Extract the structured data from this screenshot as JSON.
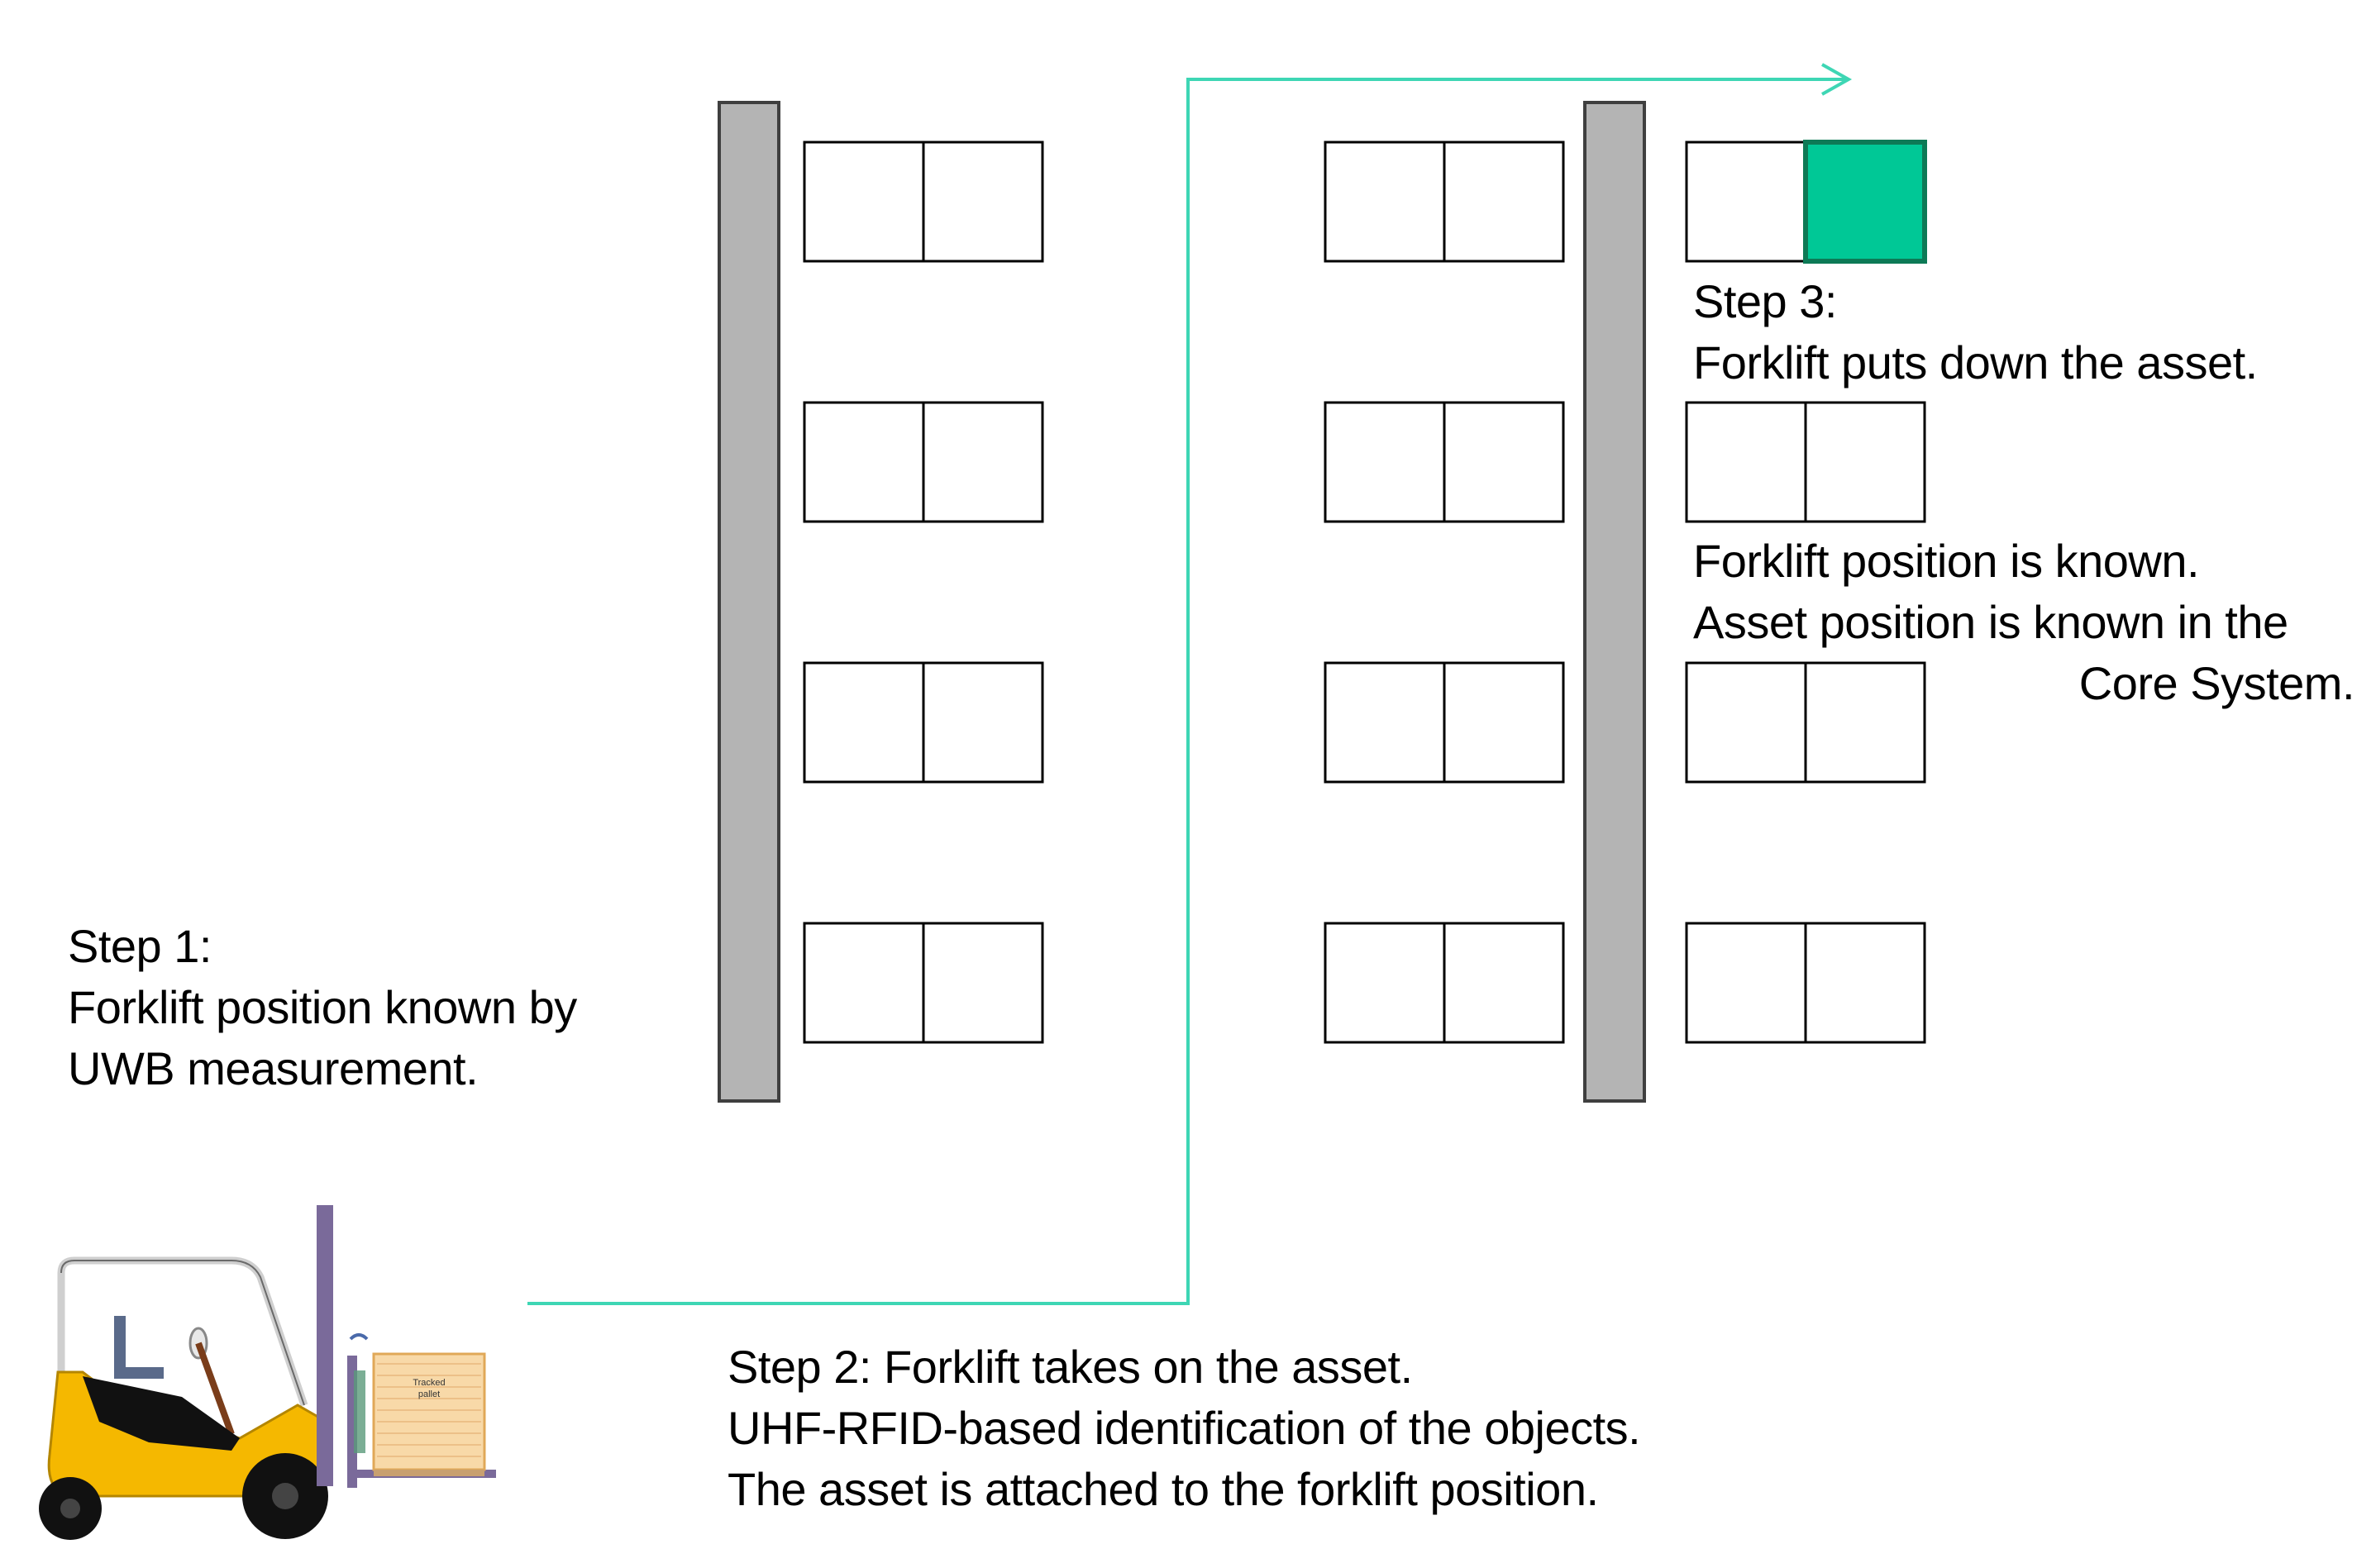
{
  "colors": {
    "rack": "#b4b4b4",
    "rack_border": "#3f3f3f",
    "cell_border": "#000000",
    "asset_fill": "#00c896",
    "asset_border": "#0d7a56",
    "path": "#3ed6b4",
    "forklift_body": "#f5b800",
    "forklift_mast": "#7a6a9a",
    "pallet": "#f8d9a8"
  },
  "icons": {
    "forklift": "forklift-icon",
    "pallet": "tracked-pallet-icon",
    "path_arrow": "arrow-right-icon"
  },
  "step1": {
    "lines": [
      "Step 1:",
      "Forklift position known by",
      "UWB measurement."
    ]
  },
  "step2": {
    "lines": [
      "Step 2: Forklift takes on the asset.",
      "UHF-RFID-based identification of the objects.",
      "The asset is attached to the forklift position."
    ]
  },
  "step3": {
    "lines": [
      "Step 3:",
      "Forklift puts down the asset."
    ]
  },
  "status": {
    "lines": [
      "Forklift position is known.",
      "Asset position is known in the",
      "Core System."
    ]
  },
  "pallet_label": {
    "lines": [
      "Tracked",
      "pallet"
    ]
  }
}
